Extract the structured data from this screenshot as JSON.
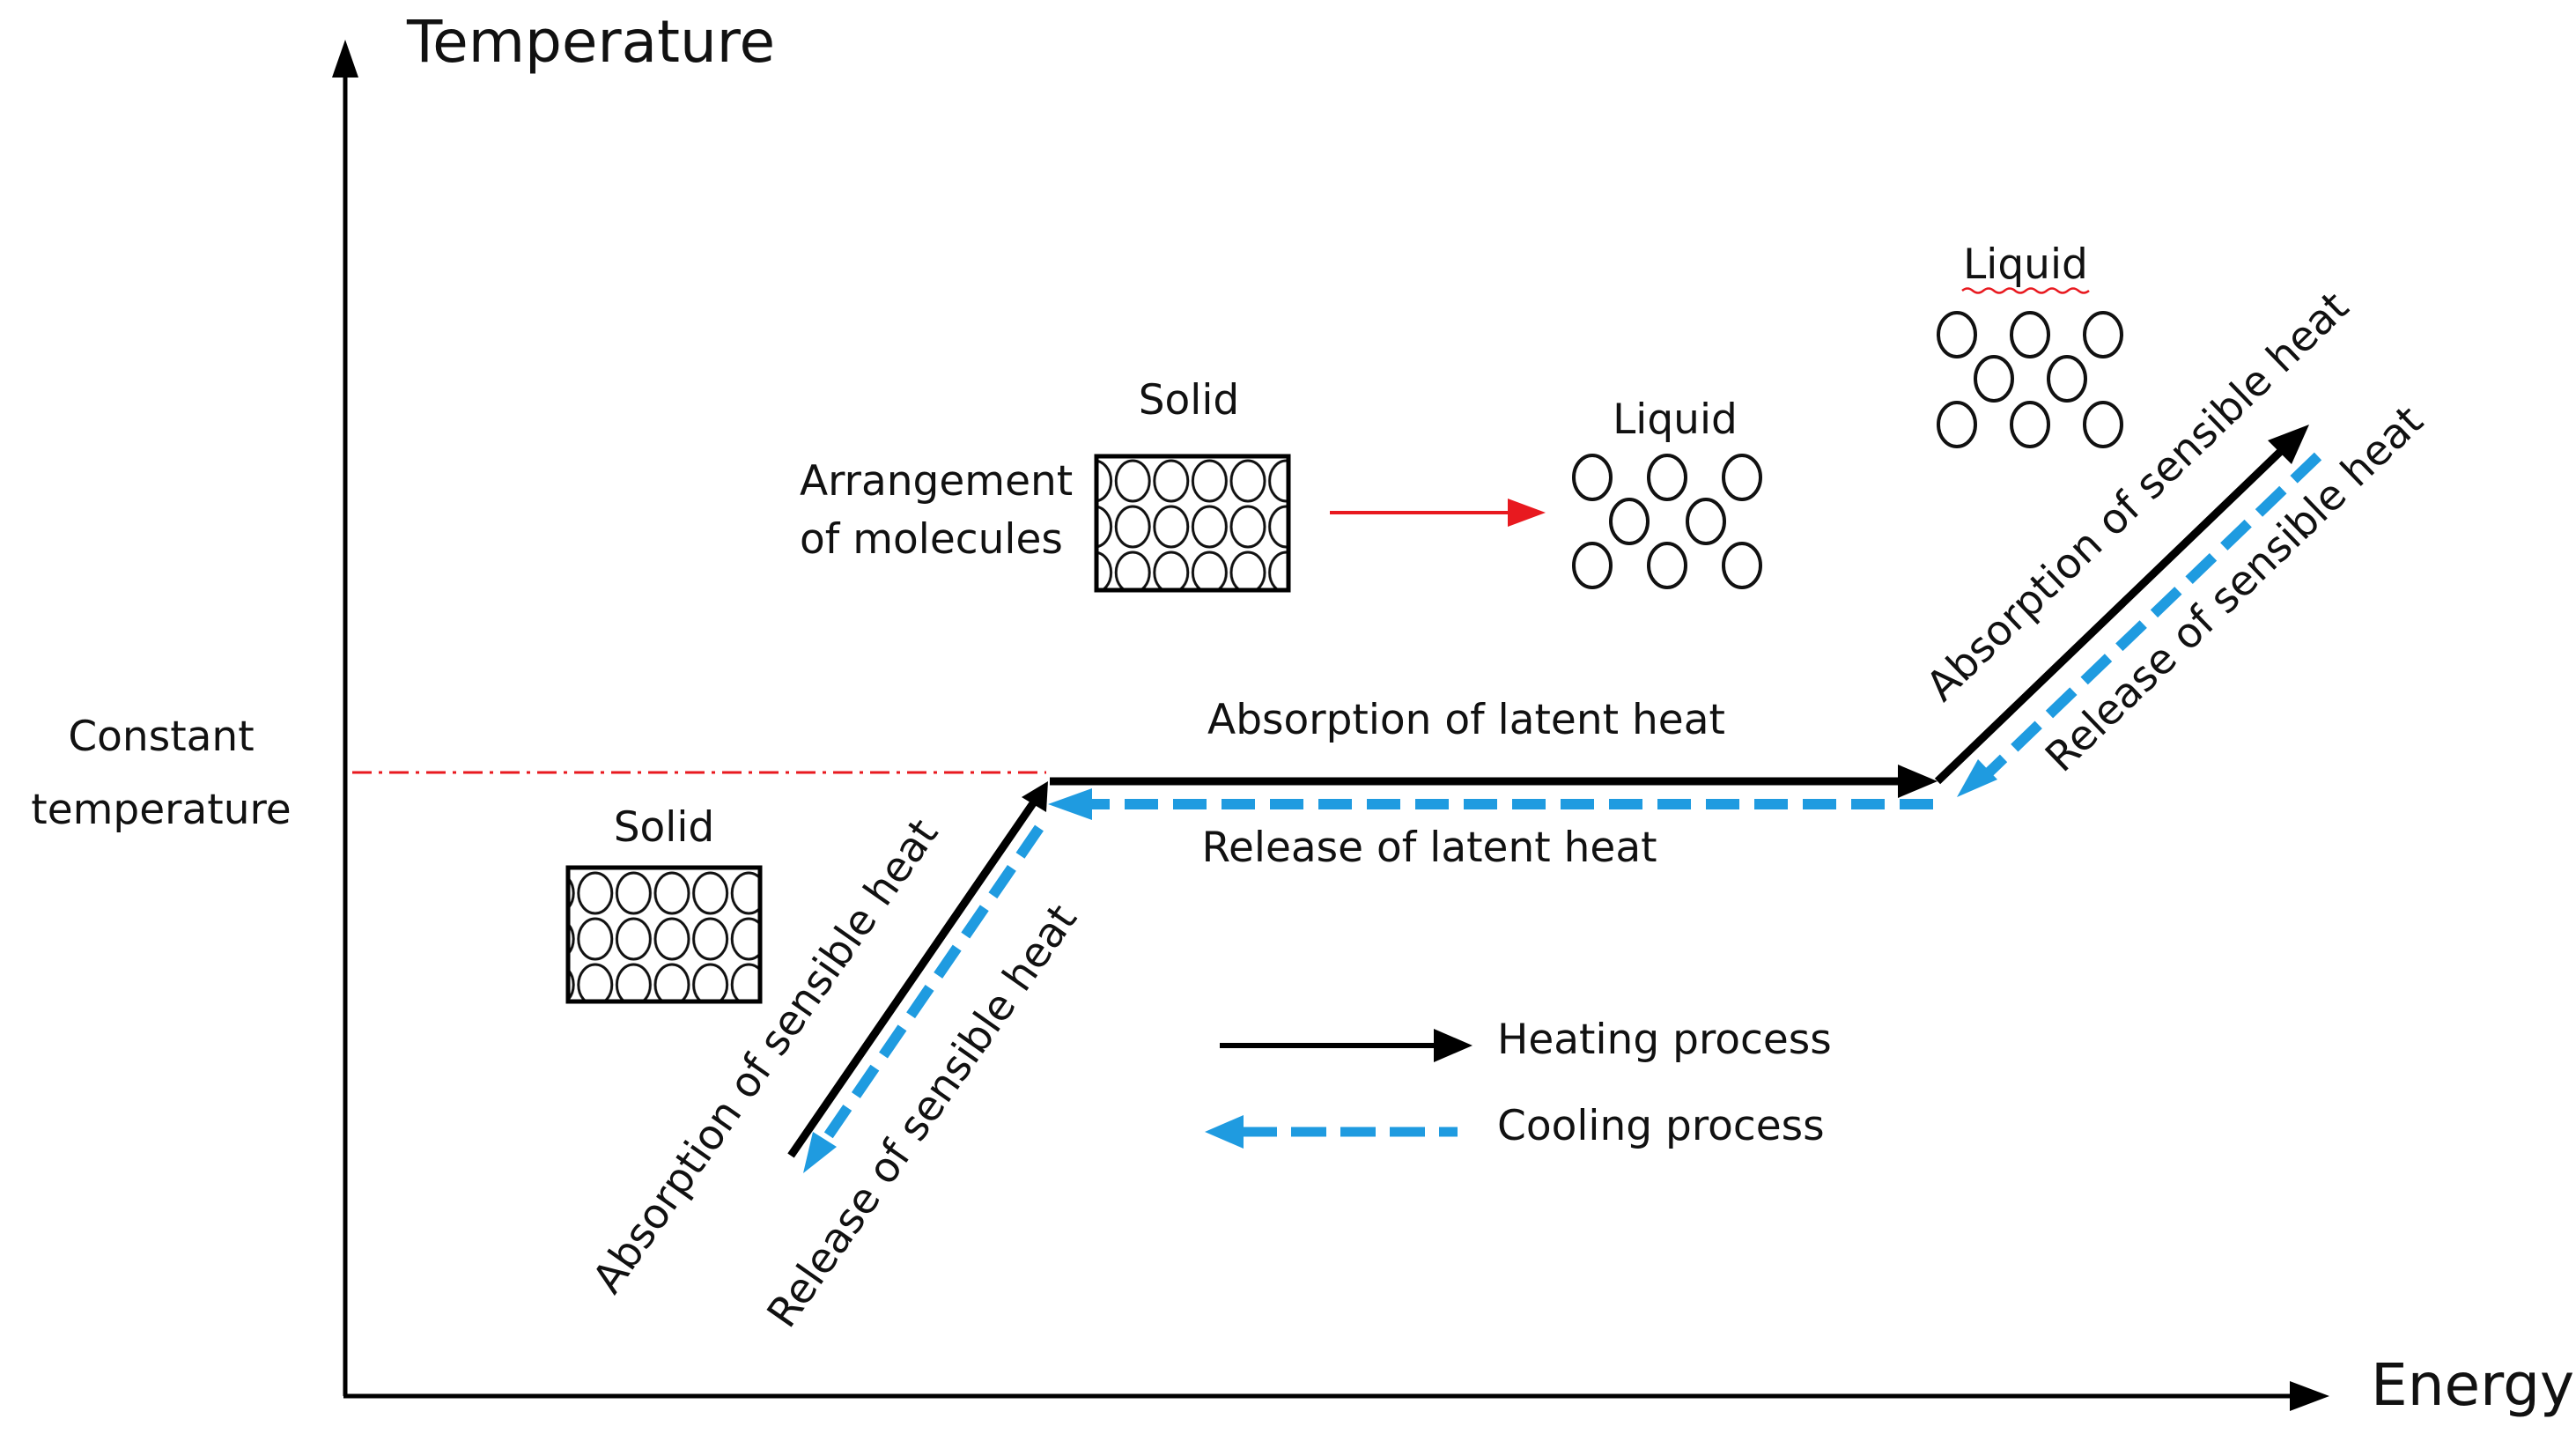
{
  "axes": {
    "y_title": "Temperature",
    "x_title": "Energy"
  },
  "constant_temperature": {
    "line1": "Constant",
    "line2": "temperature"
  },
  "states": {
    "solid_top": "Solid",
    "liquid_middle": "Liquid",
    "liquid_right": "Liquid",
    "solid_left": "Solid"
  },
  "arrangement_label": {
    "line1": "Arrangement",
    "line2": "of molecules"
  },
  "segments": {
    "absorption_latent": "Absorption of latent heat",
    "release_latent": "Release of latent heat",
    "absorption_sensible_left": "Absorption of sensible heat",
    "release_sensible_left": "Release of sensible heat",
    "absorption_sensible_right": "Absorption of sensible heat",
    "release_sensible_right": "Release of sensible heat"
  },
  "legend": {
    "heating": "Heating process",
    "cooling": "Cooling process"
  },
  "colors": {
    "heating": "#000000",
    "cooling": "#1f9be0",
    "transition_arrow": "#e8191f",
    "constant_line": "#e8191f"
  }
}
